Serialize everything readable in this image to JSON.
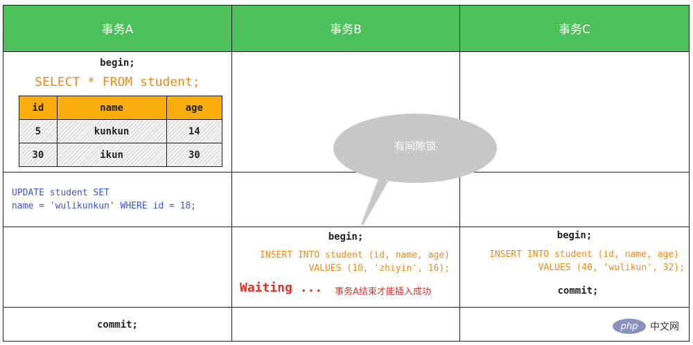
{
  "headers": {
    "a": "事务A",
    "b": "事务B",
    "c": "事务C"
  },
  "colA": {
    "begin": "begin;",
    "select": "SELECT * FROM student;",
    "table": {
      "columns": [
        "id",
        "name",
        "age"
      ],
      "rows": [
        [
          "5",
          "kunkun",
          "14"
        ],
        [
          "30",
          "ikun",
          "30"
        ]
      ]
    },
    "update_line1": "UPDATE student SET",
    "update_line2": "name = 'wulikunkun' WHERE id = 18;",
    "commit": "commit;"
  },
  "colB": {
    "begin": "begin;",
    "insert_line1": "INSERT INTO student (id, name, age)",
    "insert_line2": "VALUES (10, 'zhiyin', 16);",
    "waiting": "Waiting ...",
    "waiting_note": "事务A结束才能插入成功"
  },
  "colC": {
    "begin": "begin;",
    "insert_line1": "INSERT INTO student (id, name, age)",
    "insert_line2": "VALUES (40, 'wulikun', 32);",
    "commit": "commit;"
  },
  "callout": {
    "label": "有间隙锁"
  },
  "watermark": {
    "logo": "php",
    "text": "中文网"
  },
  "colors": {
    "header_green": "#4cc05a",
    "orange": "#ee8a14",
    "table_header": "#f9ae0e",
    "blue": "#3b56c9",
    "red": "#e0312b",
    "bubble": "#c8c8c8"
  }
}
